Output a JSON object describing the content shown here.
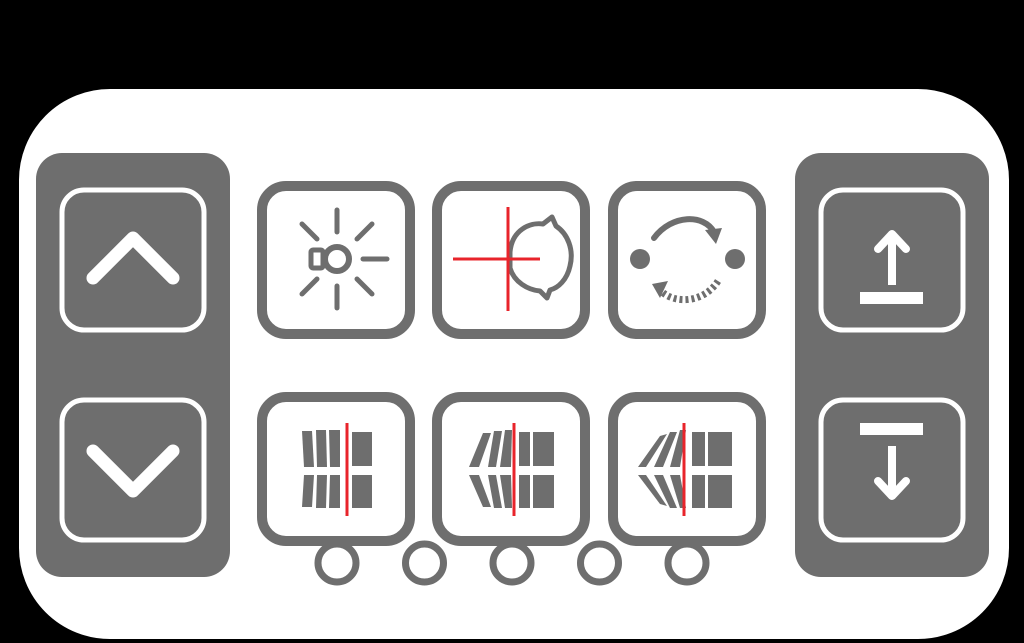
{
  "colors": {
    "background": "#000000",
    "panel": "#ffffff",
    "button_fill": "#6e6e6e",
    "button_outline": "#6e6e6e",
    "icon": "#6e6e6e",
    "accent": "#e8242b",
    "pointer": "#000000"
  },
  "pointer": {
    "icon": "arrow-down-icon",
    "target": "centering-button"
  },
  "left_column": [
    {
      "name": "up-button",
      "icon": "chevron-up-icon"
    },
    {
      "name": "down-button",
      "icon": "chevron-down-icon"
    }
  ],
  "right_column": [
    {
      "name": "raise-button",
      "icon": "arrow-up-bar-icon"
    },
    {
      "name": "lower-button",
      "icon": "arrow-down-bar-icon"
    }
  ],
  "top_row": [
    {
      "name": "light-button",
      "icon": "light-icon"
    },
    {
      "name": "centering-button",
      "icon": "head-crosshair-icon"
    },
    {
      "name": "rotate-button",
      "icon": "rotate-icon"
    }
  ],
  "bottom_row": [
    {
      "name": "spine-preset-1-button",
      "icon": "spine-alignment-icon-1"
    },
    {
      "name": "spine-preset-2-button",
      "icon": "spine-alignment-icon-2"
    },
    {
      "name": "spine-preset-3-button",
      "icon": "spine-alignment-icon-3"
    }
  ],
  "indicator_leds": {
    "count": 5,
    "active": []
  }
}
